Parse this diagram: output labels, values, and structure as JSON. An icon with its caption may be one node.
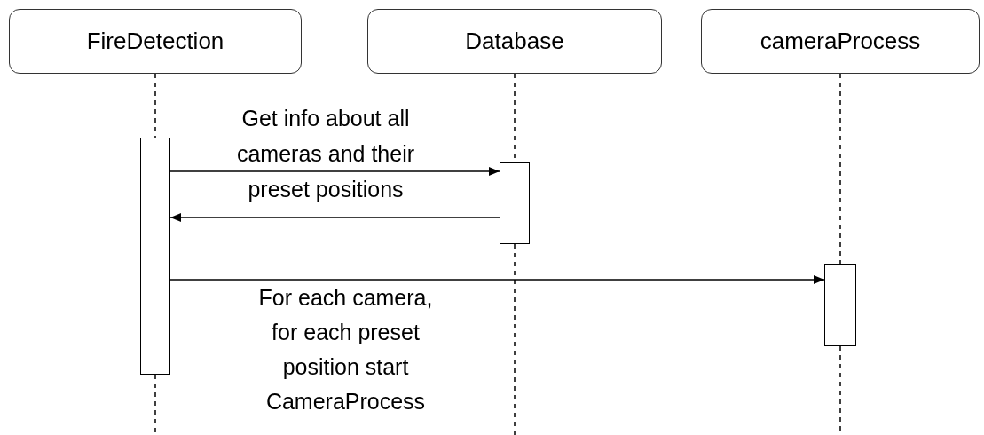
{
  "diagram": {
    "nodes": [
      {
        "text": [
          "FireDetection"
        ]
      },
      {
        "text": [
          "Database"
        ]
      },
      {
        "text": [
          "cameraProcess"
        ]
      },
      {
        "text": [],
        "shape": "box"
      },
      {
        "text": [],
        "shape": "box"
      },
      {
        "text": [],
        "shape": "box"
      }
    ],
    "edges": [
      {
        "from": 0,
        "to": 3,
        "arrow": "none",
        "style": "dashed"
      },
      {
        "from": 1,
        "to": 4,
        "arrow": "none",
        "style": "dashed"
      },
      {
        "from": 2,
        "to": 5,
        "arrow": "none",
        "style": "dashed"
      },
      {
        "from": 3,
        "to": null,
        "arrow": "none",
        "style": "dashed"
      },
      {
        "from": 4,
        "to": null,
        "arrow": "none",
        "style": "dashed"
      },
      {
        "from": 5,
        "to": null,
        "arrow": "none",
        "style": "dashed"
      },
      {
        "from": 3,
        "to": 4,
        "arrow": "to",
        "label": "Get info about all cameras and their preset positions"
      },
      {
        "from": 4,
        "to": 3,
        "arrow": "to"
      },
      {
        "from": 3,
        "to": 5,
        "arrow": "to",
        "label": "For each camera, for each preset position start CameraProcess"
      }
    ]
  }
}
